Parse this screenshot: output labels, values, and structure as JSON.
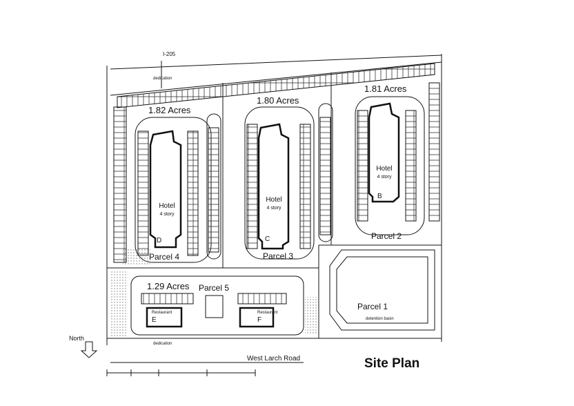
{
  "highway": "I-205",
  "road": "West Larch Road",
  "title": "Site Plan",
  "north": "North",
  "dedication": "dedication",
  "parcels": [
    {
      "label": "Parcel 1",
      "note": "detention basin"
    },
    {
      "label": "Parcel 2",
      "acres": "1.81 Acres",
      "building": {
        "type": "Hotel",
        "stories": "4 story",
        "letter": "B"
      }
    },
    {
      "label": "Parcel 3",
      "acres": "1.80 Acres",
      "building": {
        "type": "Hotel",
        "stories": "4 story",
        "letter": "C"
      }
    },
    {
      "label": "Parcel 4",
      "acres": "1.82 Acres",
      "building": {
        "type": "Hotel",
        "stories": "4 story",
        "letter": "D"
      }
    },
    {
      "label": "Parcel 5",
      "acres": "1.29 Acres",
      "buildings": [
        {
          "type": "Restaurant",
          "letter": "E"
        },
        {
          "type": "Restaurant",
          "letter": "F"
        }
      ]
    }
  ],
  "colors": {
    "ink": "#111111",
    "paper": "#ffffff",
    "hatch": "#bbbbbb"
  }
}
